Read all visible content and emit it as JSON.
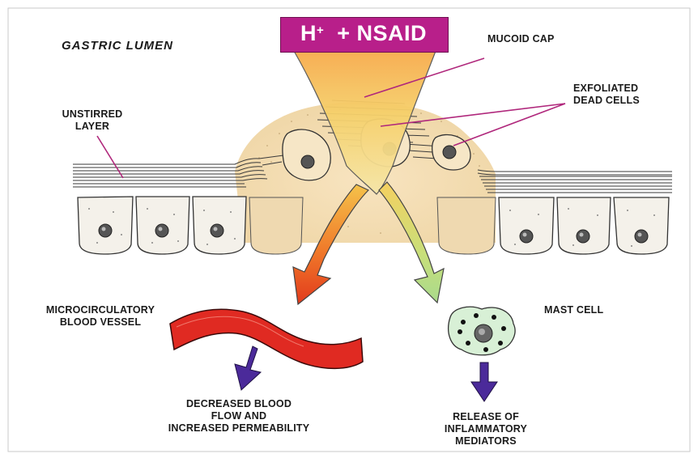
{
  "title": {
    "h_plus_base": "H",
    "h_plus_sup": "+",
    "nsaid": "+ NSAID"
  },
  "labels": {
    "gastric_lumen": "GASTRIC LUMEN",
    "mucoid_cap": "MUCOID CAP",
    "exfoliated_dead_cells": "EXFOLIATED\nDEAD CELLS",
    "unstirred_layer": "UNSTIRRED\nLAYER",
    "microcirculatory_blood_vessel": "MICROCIRCULATORY\nBLOOD VESSEL",
    "mast_cell": "MAST CELL",
    "decreased_blood_flow": "DECREASED BLOOD\nFLOW AND\nINCREASED PERMEABILITY",
    "release_inflammatory": "RELEASE OF\nINFLAMMATORY\nMEDIATORS"
  },
  "colors": {
    "title_bg": "#b81f8a",
    "pointer_lines": "#b0287c",
    "blood_vessel": "#e02a22",
    "effect_arrows": "#4b2a9a",
    "mucus": "#f3dcb2"
  }
}
